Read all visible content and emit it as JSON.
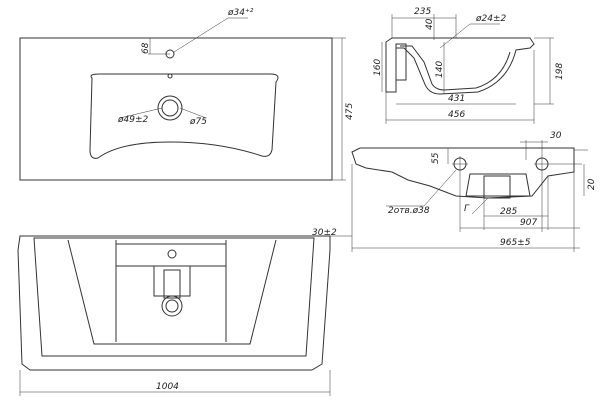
{
  "drawing": {
    "top_view": {
      "width": "475",
      "faucet_offset": "68",
      "faucet_hole": "ø34⁺²",
      "drain_hole": "ø49±2",
      "drain_outer": "ø75"
    },
    "side_section": {
      "depth_top": "235",
      "depth_40": "40",
      "overflow_hole": "ø24±2",
      "height_160": "160",
      "height_140": "140",
      "height_198": "198",
      "width_431": "431",
      "width_456": "456"
    },
    "rear_view": {
      "offset_30": "30",
      "offset_55": "55",
      "offset_20": "20",
      "mount_holes": "2отв.ø38",
      "label_g": "Г",
      "width_285": "285",
      "width_907": "907",
      "width_965": "965±5",
      "thickness": "30±2"
    },
    "front_view": {
      "width_1004": "1004"
    }
  }
}
